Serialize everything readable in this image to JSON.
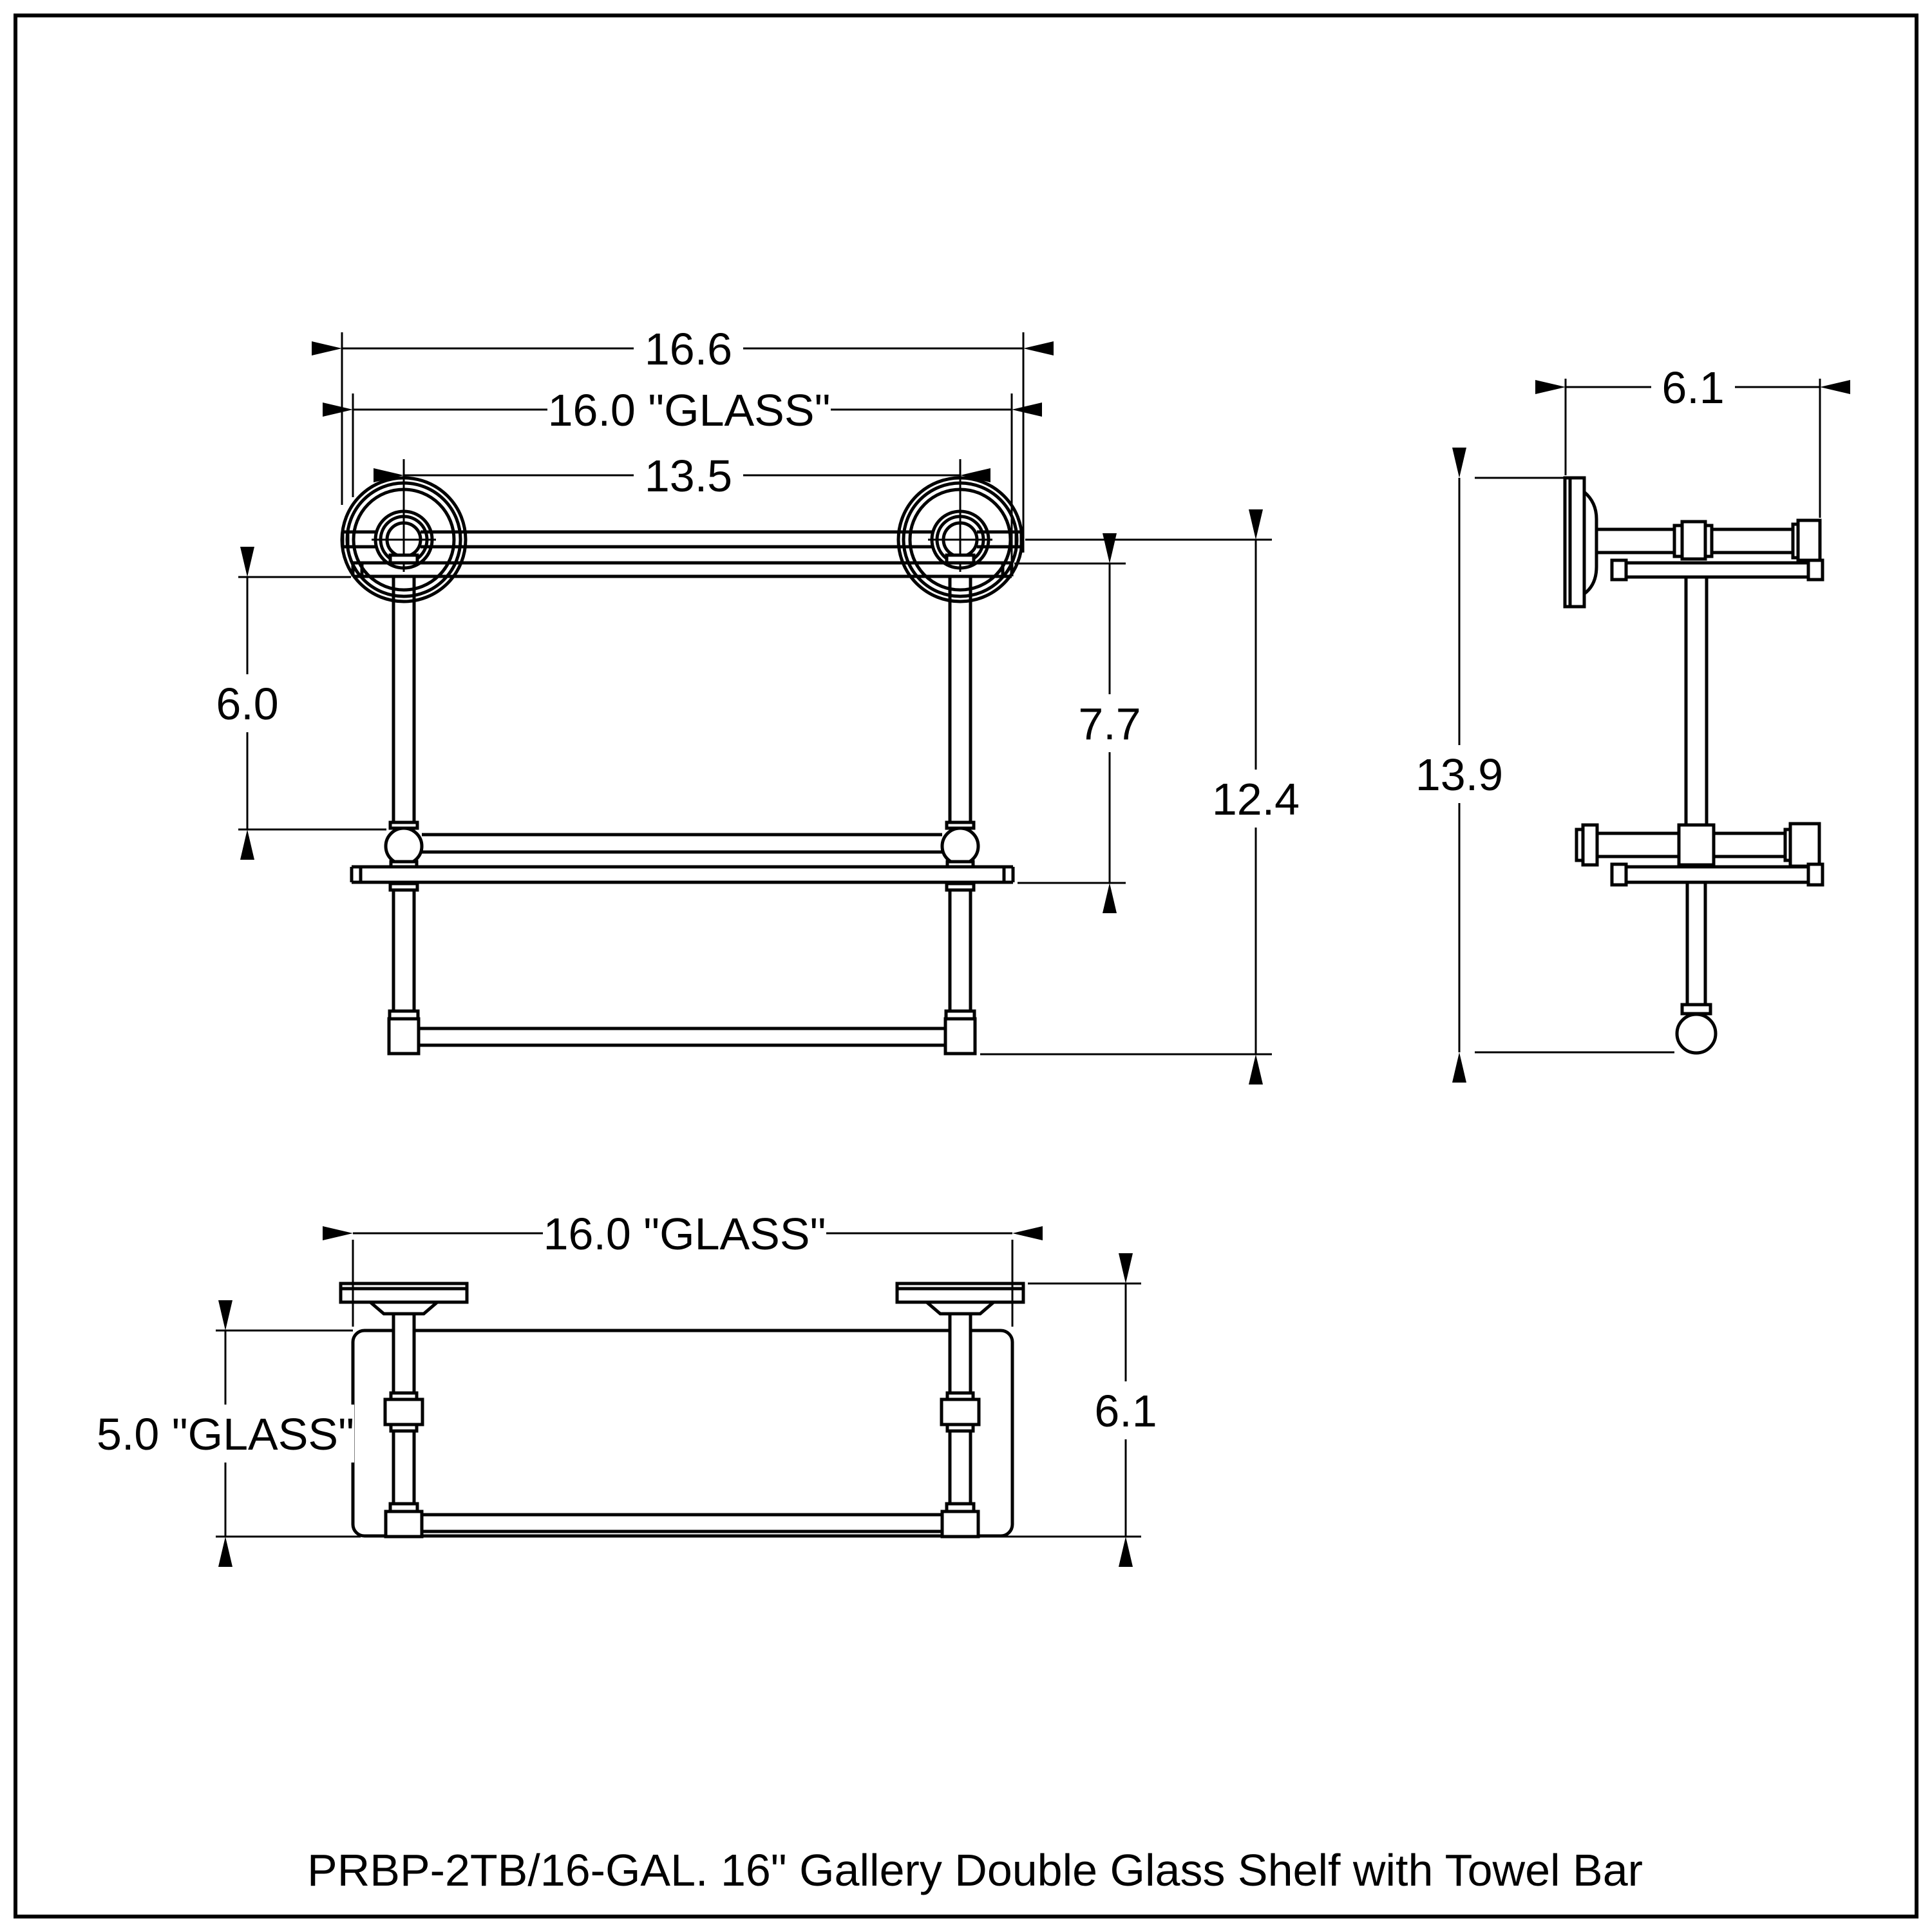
{
  "page": {
    "background": "#ffffff",
    "line_color": "#000000"
  },
  "caption": "PRBP-2TB/16-GAL. 16\" Gallery Double Glass Shelf with Towel Bar",
  "dims": {
    "front": {
      "overall_width": "16.6",
      "glass_width": "16.0 \"GLASS\"",
      "post_spacing": "13.5",
      "shelf_spacing": "6.0",
      "shelf_drop": "7.7",
      "overall_height": "12.4"
    },
    "side": {
      "depth": "6.1",
      "overall_height": "13.9"
    },
    "top": {
      "glass_width": "16.0 \"GLASS\"",
      "glass_depth": "5.0 \"GLASS\"",
      "depth": "6.1"
    }
  }
}
